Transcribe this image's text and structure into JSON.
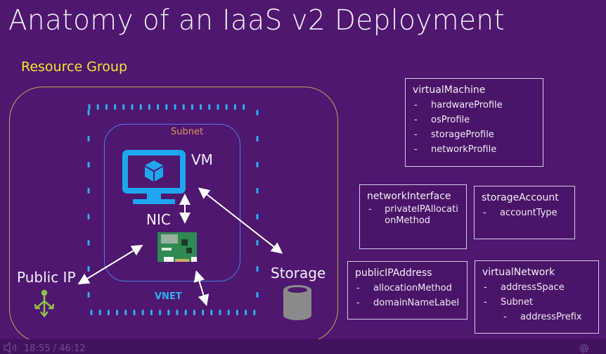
{
  "slide": {
    "title": "Anatomy of an IaaS v2 Deployment",
    "resource_group_label": "Resource Group",
    "subnet_label": "Subnet",
    "vnet_label": "VNET",
    "components": {
      "vm": "VM",
      "nic": "NIC",
      "public_ip": "Public IP",
      "storage": "Storage"
    },
    "icons": {
      "vm": "monitor-cube-icon",
      "nic": "network-card-icon",
      "public_ip": "public-ip-icon",
      "storage": "storage-cylinder-icon"
    },
    "colors": {
      "background": "#4f1770",
      "resource_group": "#f2e831",
      "subnet_border": "#4a7be8",
      "subnet_label": "#d99a55",
      "vnet": "#2fb0f0",
      "vm_icon": "#1ea7ef",
      "public_ip_icon": "#8fc34a",
      "storage_icon": "#888888"
    }
  },
  "cards": {
    "virtual_machine": {
      "title": "virtualMachine",
      "items": [
        "hardwareProfile",
        "osProfile",
        "storageProfile",
        "networkProfile"
      ]
    },
    "network_interface": {
      "title": "networkInterface",
      "items": [
        "privateIPAllocationMethod"
      ]
    },
    "storage_account": {
      "title": "storageAccount",
      "items": [
        "accountType"
      ]
    },
    "public_ip_address": {
      "title": "publicIPAddress",
      "items": [
        "allocationMethod",
        "domainNameLabel"
      ]
    },
    "virtual_network": {
      "title": "virtualNetwork",
      "items": [
        "addressSpace",
        "Subnet"
      ],
      "sub_items": [
        "addressPrefix"
      ]
    }
  },
  "player": {
    "current_time": "18:55",
    "separator": "/",
    "duration": "46:12",
    "time_display": "18:55 / 46:12"
  }
}
